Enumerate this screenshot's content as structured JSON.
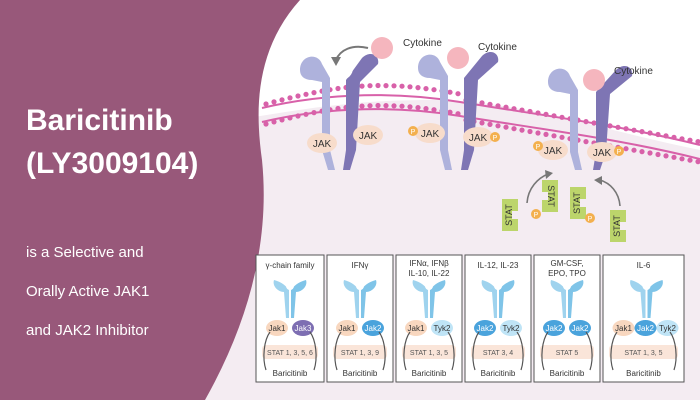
{
  "left_panel": {
    "title_line1": "Baricitinib",
    "title_line2": "(LY3009104)",
    "subtitle_lines": [
      "is a Selective and",
      "Orally Active JAK1",
      "and JAK2 Inhibitor"
    ]
  },
  "top_diagram": {
    "cytokine_labels": [
      "Cytokine",
      "Cytokine",
      "Cytokine"
    ],
    "jak_labels": [
      "JAK",
      "JAK",
      "JAK",
      "JAK",
      "JAK",
      "JAK"
    ],
    "phospho_label": "P",
    "stat_labels": [
      "STAT",
      "STAT",
      "STAT",
      "STAT"
    ]
  },
  "panels": [
    {
      "family": "γ-chain family",
      "family2": "",
      "left": "Jak1",
      "right": "Jak3",
      "stat": "STAT 1, 3, 5, 6",
      "drug": "Baricitinib"
    },
    {
      "family": "IFNγ",
      "family2": "",
      "left": "Jak1",
      "right": "Jak2",
      "stat": "STAT 1, 3, 9",
      "drug": "Baricitinib"
    },
    {
      "family": "IFNα, IFNβ",
      "family2": "IL-10, IL-22",
      "left": "Jak1",
      "right": "Tyk2",
      "stat": "STAT 1, 3, 5",
      "drug": "Baricitinib"
    },
    {
      "family": "IL-12, IL-23",
      "family2": "",
      "left": "Jak2",
      "right": "Tyk2",
      "stat": "STAT 3, 4",
      "drug": "Baricitinib"
    },
    {
      "family": "GM-CSF,",
      "family2": "EPO, TPO",
      "left": "Jak2",
      "right": "Jak2",
      "stat": "STAT 5",
      "drug": "Baricitinib"
    },
    {
      "family": "IL-6",
      "family2": "",
      "left": "Jak1",
      "mid": "Jak2",
      "right": "Tyk2",
      "stat": "STAT 1, 3, 5",
      "drug": "Baricitinib"
    }
  ],
  "colors": {
    "purple_bg": "#98587a",
    "lilac_bg": "#f4ecf2",
    "membrane": "#d861a9",
    "receptor_light": "#aeb2dc",
    "receptor_dark": "#7e75b4",
    "cytokine": "#f5b6be",
    "jak_blob": "#f7dccb",
    "phospho": "#f3b04e",
    "stat": "#bcd56b",
    "panel_receptor": "#7fc4e8",
    "jak1": "#f8d7bf",
    "jak2": "#4aa3dc",
    "jak3": "#7d6eb2",
    "tyk2": "#bfe4f6",
    "stat_box": "#fae5d9"
  }
}
